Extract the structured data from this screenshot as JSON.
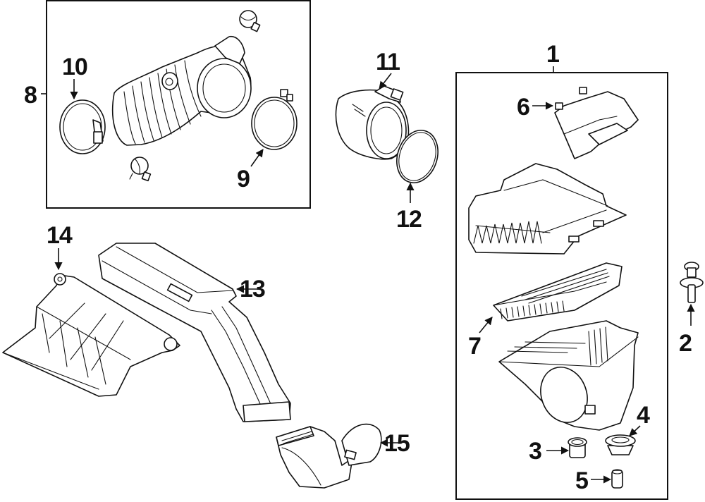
{
  "diagram": {
    "title": "Air intake assembly exploded parts diagram",
    "ink_color": "#111111",
    "background_color": "#ffffff",
    "groups": [
      {
        "id": "group-8",
        "callout": "8",
        "contains": [
          "9",
          "10"
        ],
        "description": "Air intake hose assembly box"
      },
      {
        "id": "group-1",
        "callout": "1",
        "contains": [
          "3",
          "4",
          "5",
          "6",
          "7"
        ],
        "description": "Air cleaner assembly box"
      }
    ],
    "callouts": [
      {
        "number": "1",
        "part": "air-cleaner-assembly"
      },
      {
        "number": "2",
        "part": "push-pin-clip"
      },
      {
        "number": "3",
        "part": "grommet"
      },
      {
        "number": "4",
        "part": "mount-grommet"
      },
      {
        "number": "5",
        "part": "pin"
      },
      {
        "number": "6",
        "part": "air-box-cover-duct"
      },
      {
        "number": "7",
        "part": "air-filter-element"
      },
      {
        "number": "8",
        "part": "intake-hose-assembly"
      },
      {
        "number": "9",
        "part": "hose-clamp"
      },
      {
        "number": "10",
        "part": "hose-clamp"
      },
      {
        "number": "11",
        "part": "mass-air-flow-sensor"
      },
      {
        "number": "12",
        "part": "o-ring-seal"
      },
      {
        "number": "13",
        "part": "air-inlet-duct"
      },
      {
        "number": "14",
        "part": "air-inlet-scoop"
      },
      {
        "number": "15",
        "part": "duct-elbow"
      }
    ]
  }
}
